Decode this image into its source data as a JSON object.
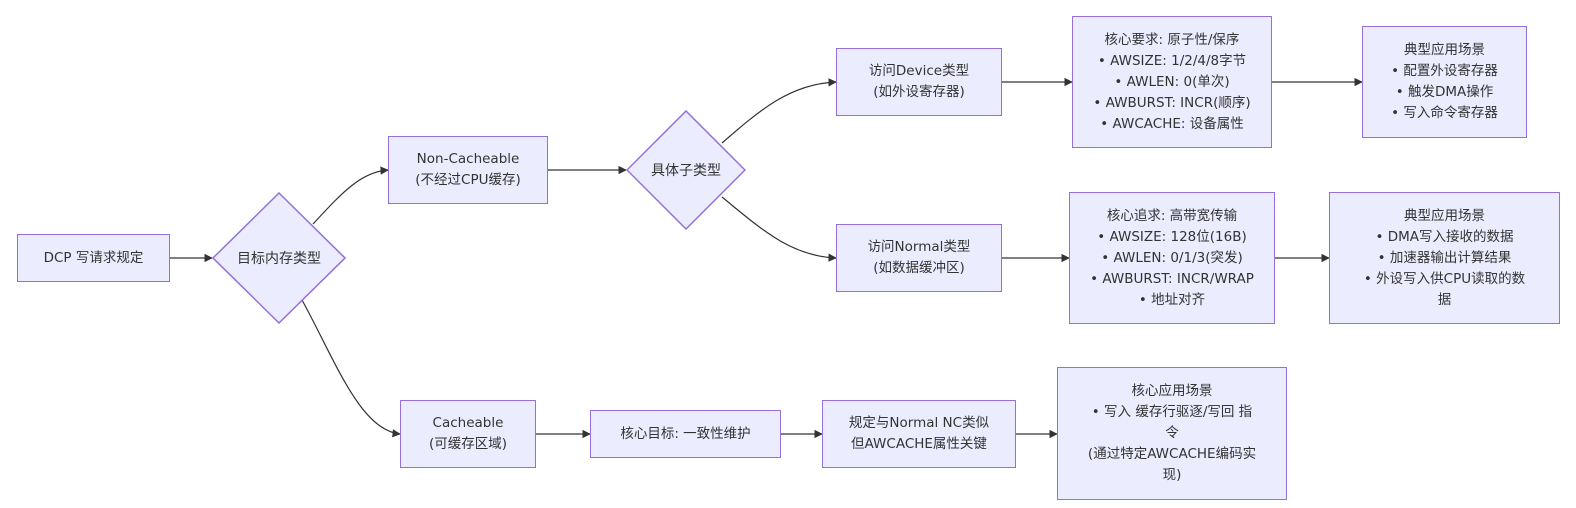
{
  "colors": {
    "node_fill": "#ececff",
    "node_border": "#9370db",
    "edge": "#333333"
  },
  "nodes": {
    "start": "DCP 写请求规定",
    "decision_memory": "目标内存类型",
    "noncacheable": [
      "Non-Cacheable",
      "(不经过CPU缓存)"
    ],
    "decision_subtype": "具体子类型",
    "device": [
      "访问Device类型",
      "(如外设寄存器)"
    ],
    "device_req": [
      "核心要求: 原子性/保序",
      "• AWSIZE: 1/2/4/8字节",
      "• AWLEN: 0(单次)",
      "• AWBURST: INCR(顺序)",
      "• AWCACHE: 设备属性"
    ],
    "device_app": [
      "典型应用场景",
      "• 配置外设寄存器",
      "• 触发DMA操作",
      "• 写入命令寄存器"
    ],
    "normal": [
      "访问Normal类型",
      "(如数据缓冲区)"
    ],
    "normal_req": [
      "核心追求: 高带宽传输",
      "• AWSIZE: 128位(16B)",
      "• AWLEN: 0/1/3(突发)",
      "• AWBURST: INCR/WRAP",
      "• 地址对齐"
    ],
    "normal_app": [
      "典型应用场景",
      "• DMA写入接收的数据",
      "• 加速器输出计算结果",
      "• 外设写入供CPU读取的数",
      "据"
    ],
    "cacheable": [
      "Cacheable",
      "(可缓存区域)"
    ],
    "coherence": "核心目标: 一致性维护",
    "similar": [
      "规定与Normal NC类似",
      "但AWCACHE属性关键"
    ],
    "cache_app": [
      "核心应用场景",
      "• 写入 缓存行驱逐/写回 指",
      "令",
      "(通过特定AWCACHE编码实",
      "现)"
    ]
  }
}
